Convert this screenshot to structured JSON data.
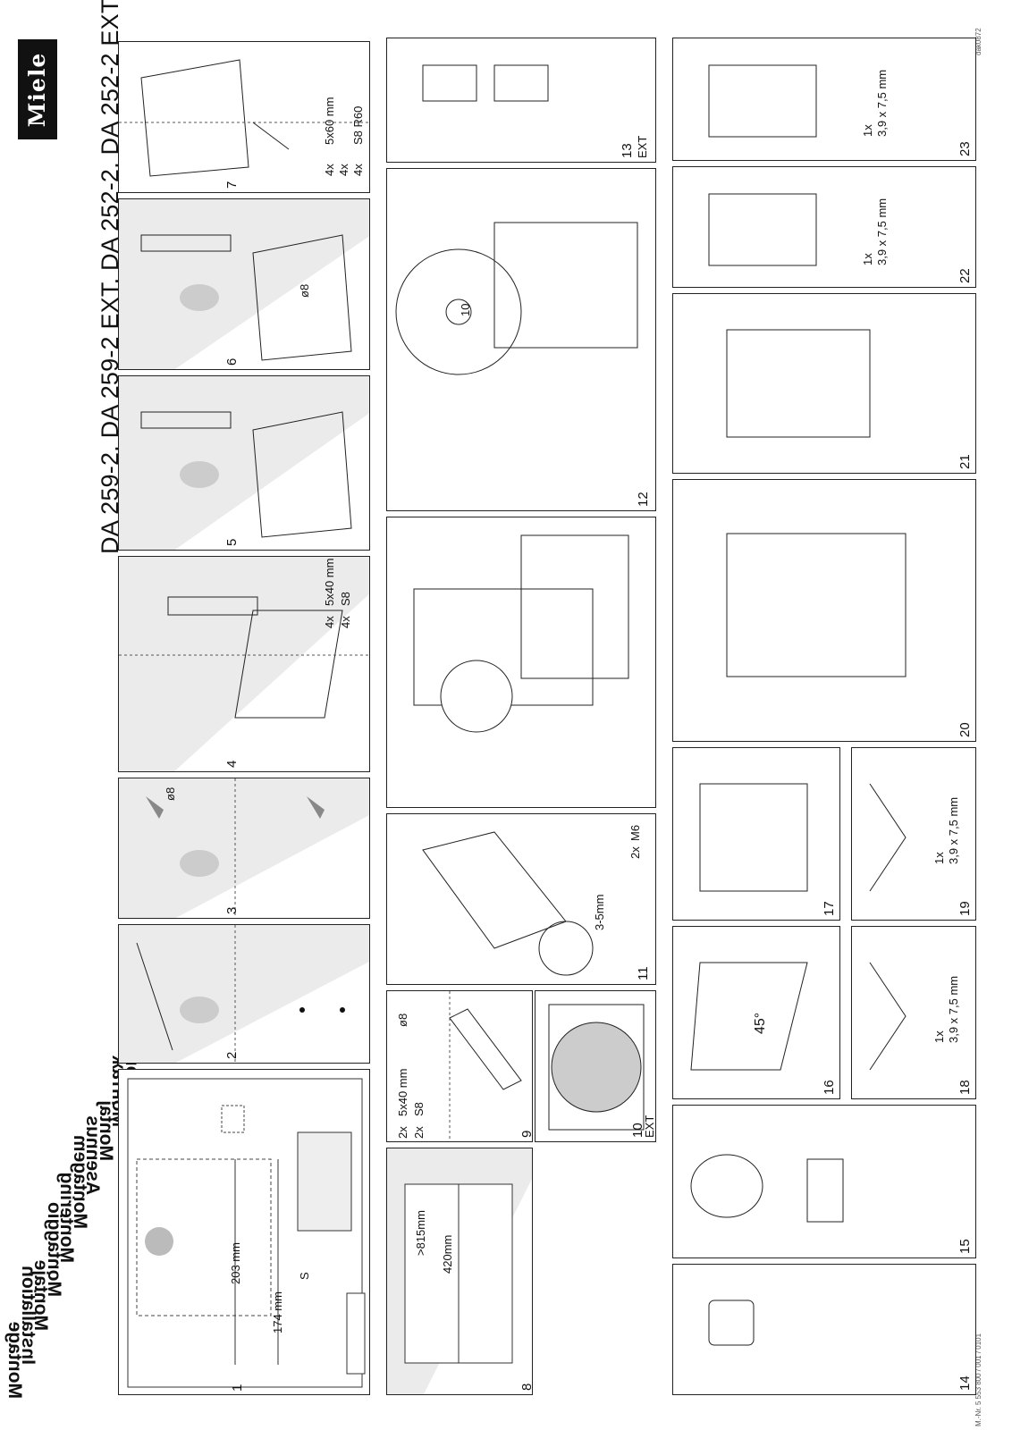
{
  "brand": "Miele",
  "title": "DA 259-2, DA 259-2 EXT, DA 252-2, DA 252-2 EXT",
  "languages": [
    "Montage",
    "Installation",
    "Montaje",
    "Montaggio",
    "Montering",
    "Montagem",
    "Asennus",
    "Montaj",
    "Монтаж",
    "Montaż",
    "Τοποθέτηση"
  ],
  "doc_number": "M.-Nr. 5 553 800 / 001 / 0101",
  "corner_code": "dak0872",
  "panels": {
    "p1": {
      "number": "1",
      "dim_203": "203 mm",
      "dim_174": "174 mm",
      "dim_s": "S"
    },
    "p2": {
      "number": "2"
    },
    "p3": {
      "number": "3",
      "drill": "ø8"
    },
    "p4": {
      "number": "4",
      "qty1": "4x",
      "screw": "5x40 mm",
      "qty2": "4x",
      "plug": "S8"
    },
    "p5": {
      "number": "5"
    },
    "p6": {
      "number": "6",
      "drill": "ø8"
    },
    "p7": {
      "number": "7",
      "qty1": "4x",
      "screw": "5x60 mm",
      "qty2": "4x",
      "qty3": "4x",
      "plug": "S8 R60"
    },
    "p8": {
      "number": "8",
      "dim_815": ">815mm",
      "dim_420": "420mm"
    },
    "p9": {
      "number": "9",
      "qty1": "2x",
      "screw": "5x40 mm",
      "qty2": "2x",
      "plug": "S8",
      "drill": "ø8"
    },
    "p10": {
      "number": "10",
      "badge": "EXT"
    },
    "p11": {
      "number": "11",
      "qty": "2x",
      "nut": "M6",
      "gap": "3-5mm"
    },
    "p12": {
      "number": "12",
      "knob": "10"
    },
    "p13": {
      "number": "13",
      "badge": "EXT"
    },
    "p14": {
      "number": "14"
    },
    "p15": {
      "number": "15"
    },
    "p16": {
      "number": "16",
      "angle": "45°"
    },
    "p17": {
      "number": "17"
    },
    "p18": {
      "number": "18",
      "qty": "1x",
      "screw": "3,9 x 7,5 mm"
    },
    "p19": {
      "number": "19",
      "qty": "1x",
      "screw": "3,9 x 7,5 mm"
    },
    "p20": {
      "number": "20"
    },
    "p21": {
      "number": "21"
    },
    "p22": {
      "number": "22",
      "qty": "1x",
      "screw": "3,9 x 7,5 mm"
    },
    "p23": {
      "number": "23",
      "qty": "1x",
      "screw": "3,9 x 7,5 mm"
    }
  }
}
